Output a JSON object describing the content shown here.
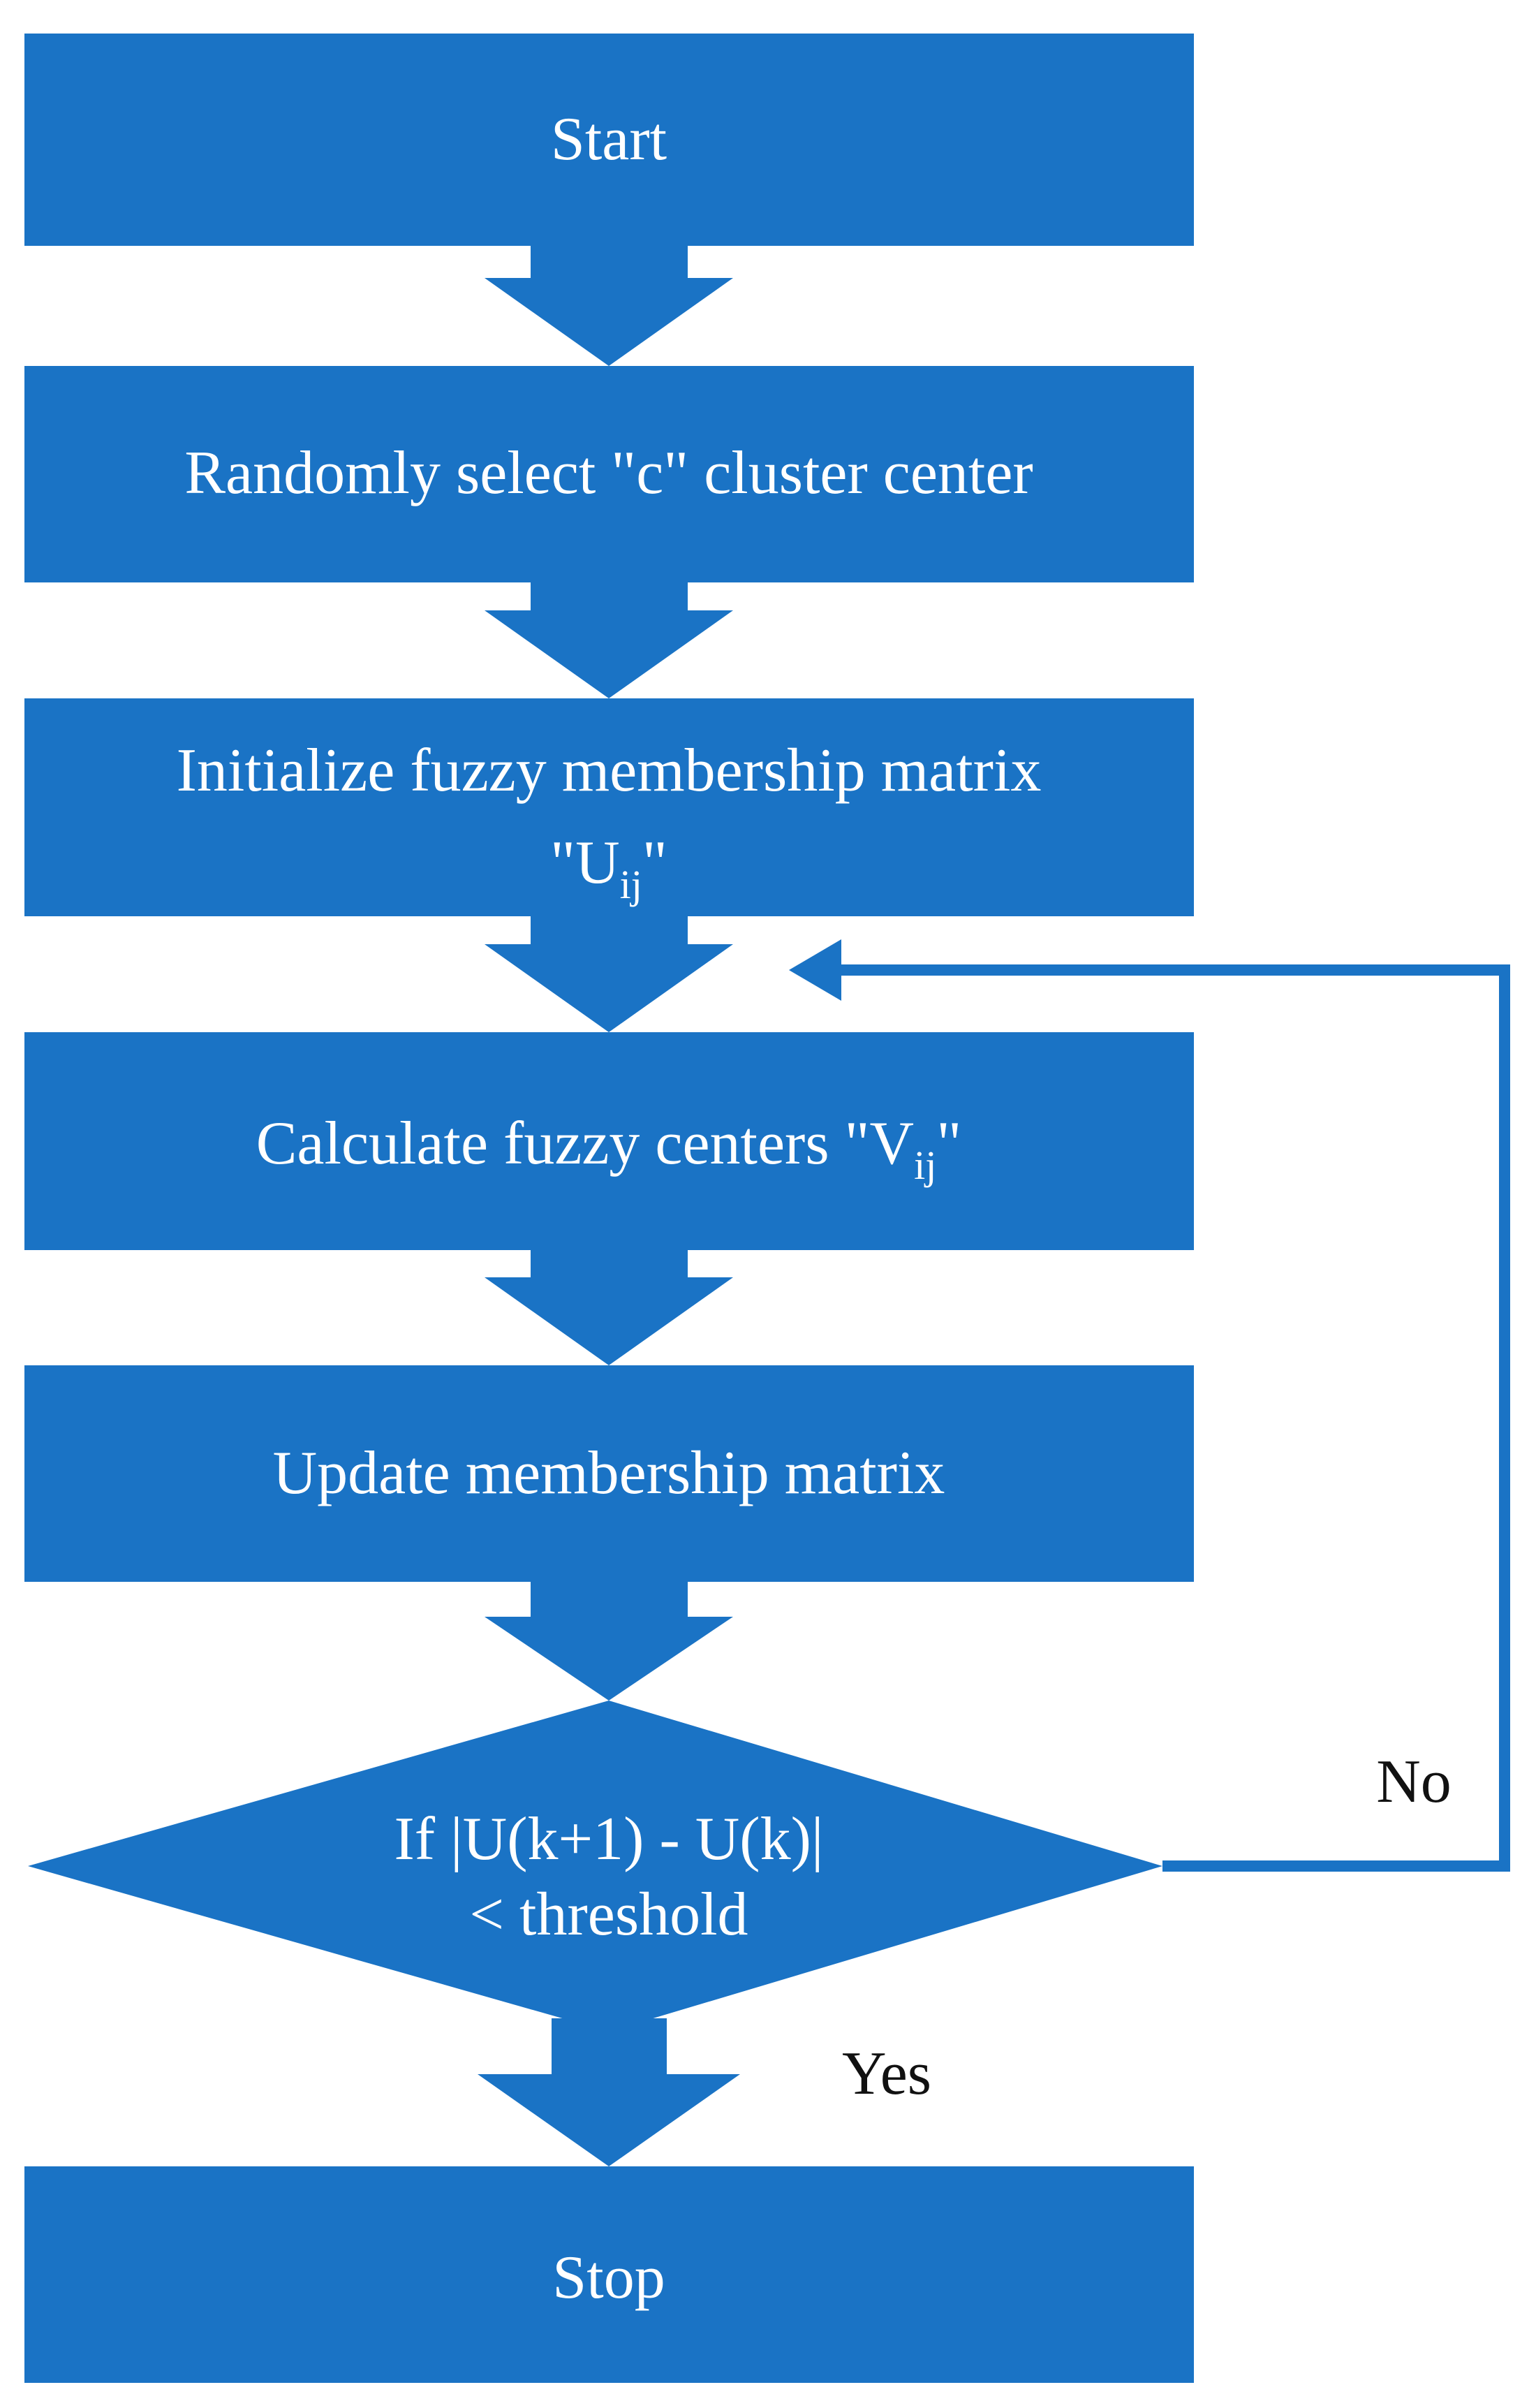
{
  "colors": {
    "fill": "#1a73c5",
    "text": "#ffffff",
    "label": "#111111",
    "background": "#ffffff"
  },
  "steps": {
    "start": "Start",
    "random_select": "Randomly select \"c\" cluster center",
    "initialize": {
      "line1": "Initialize fuzzy membership matrix",
      "prefix": "\"U",
      "subscript": "ij",
      "suffix": "\""
    },
    "calculate": {
      "prefix": "Calculate fuzzy centers \"V",
      "subscript": "ij",
      "suffix": "\""
    },
    "update": "Update membership matrix",
    "decision": {
      "line1": "If |U(k+1) - U(k)|",
      "line2": "< threshold"
    },
    "stop": "Stop"
  },
  "edge_labels": {
    "no": "No",
    "yes": "Yes"
  }
}
